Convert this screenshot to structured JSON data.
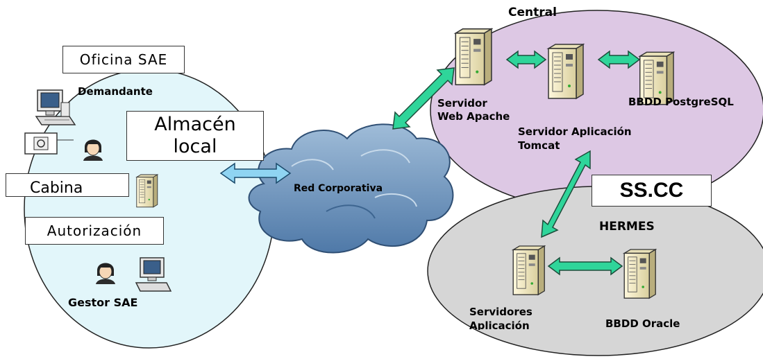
{
  "diagram": {
    "boxes": {
      "oficina": "Oficina SAE",
      "almacen_line1": "Almacén",
      "almacen_line2": "local",
      "cabina": "Cabina",
      "autorizacion": "Autorización",
      "sscc": "SS.CC"
    },
    "labels": {
      "demandante": "Demandante",
      "gestor": "Gestor SAE",
      "red": "Red Corporativa",
      "central": "Central",
      "servidor_web_line1": "Servidor",
      "servidor_web_line2": "Web Apache",
      "servidor_app_line1": "Servidor Aplicación",
      "servidor_app_line2": "Tomcat",
      "bbdd_postgres": "BBDD PostgreSQL",
      "hermes": "HERMES",
      "servidores_app_line1": "Servidores",
      "servidores_app_line2": "Aplicación",
      "bbdd_oracle": "BBDD Oracle"
    },
    "colors": {
      "office_zone": "#e2f6fa",
      "central_zone": "#ddc8e4",
      "hermes_zone": "#d6d6d6",
      "cloud": "#7fa3c6",
      "green_arrow": "#2fd59a",
      "blue_arrow": "#8fd4f2",
      "server": "#f1ebc8"
    },
    "icons": [
      "desktop-computer-icon",
      "printer-icon",
      "person-icon",
      "server-tower-icon",
      "cloud-icon"
    ]
  }
}
